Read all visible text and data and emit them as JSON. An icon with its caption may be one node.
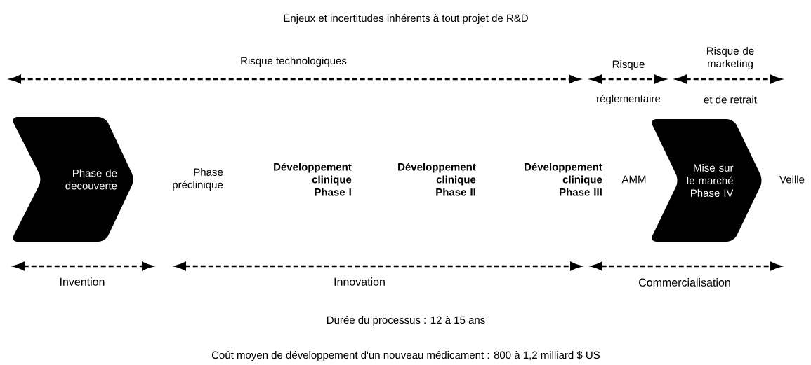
{
  "diagram": {
    "title": "Enjeux et incertitudes inhérents à tout projet de R&D",
    "nodes": [
      {
        "text": [
          "Phase de decouverte"
        ]
      },
      {
        "text": [
          "Mise sur le marché Phase IV"
        ]
      }
    ],
    "labels": [
      "Risque technologiques",
      "Risque",
      "Risque de marketing",
      "réglementaire",
      "et de retrait",
      "Phase préclinique",
      "Développement clinique Phase I",
      "Développement clinique Phase II",
      "Développement clinique Phase III",
      "AMM",
      "Veille",
      "Invention",
      "Innovation",
      "Commercialisation",
      "Durée du processus : 12 à 15 ans",
      "Coût moyen de développement d'un nouveau médicament : 800 à 1,2 milliard $ US"
    ]
  }
}
